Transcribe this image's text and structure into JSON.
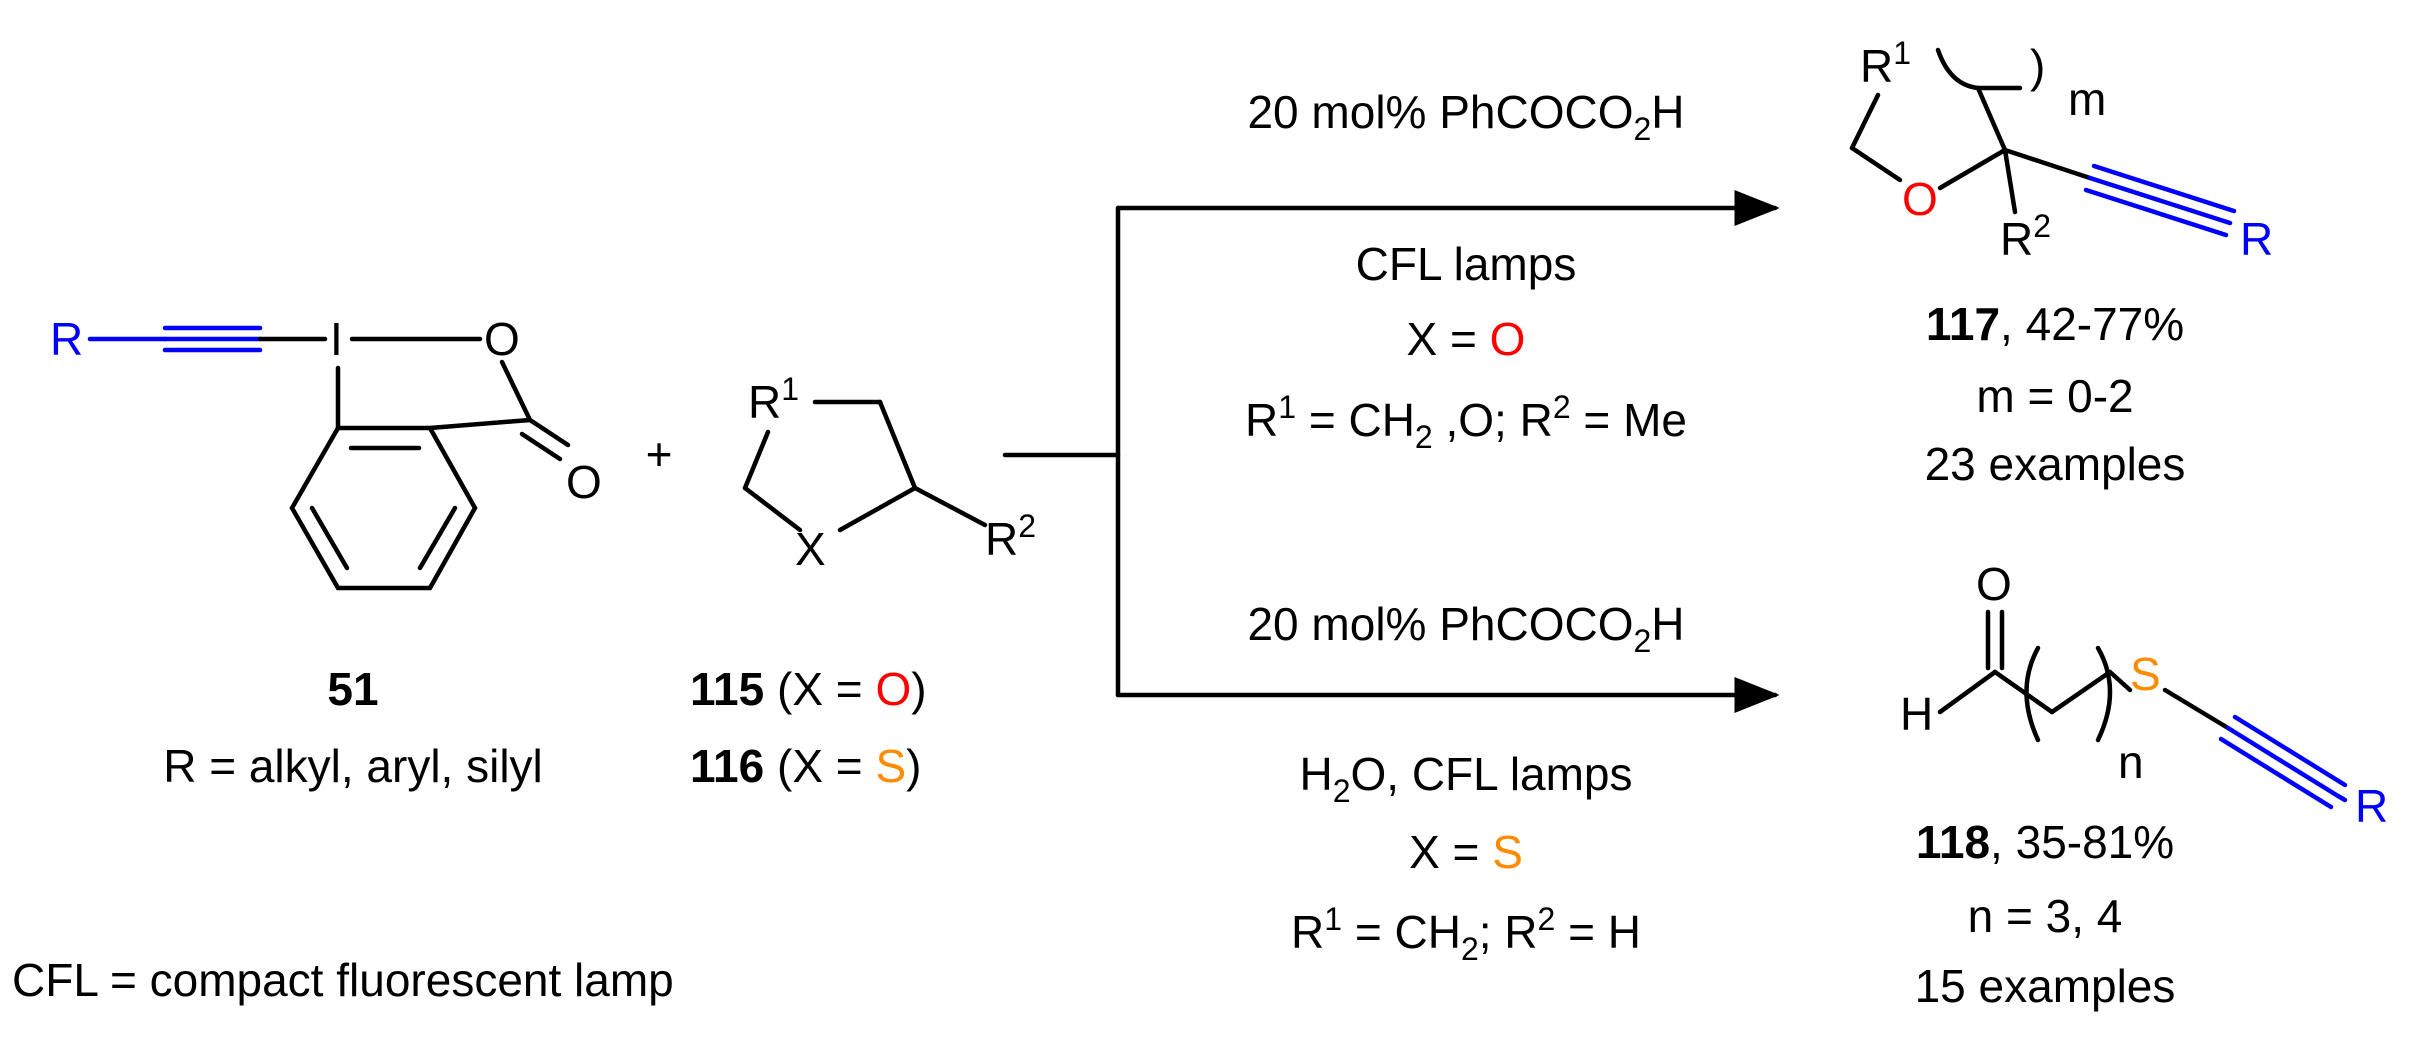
{
  "colors": {
    "oxygen": "#ff0000",
    "sulfur": "#ff8c00",
    "r_group": "#0000ff",
    "ink": "#000000"
  },
  "reagent_51": {
    "r_label": "R",
    "iodine": "I",
    "ring_o": "O",
    "carbonyl_o": "O",
    "number": "51",
    "description": "R = alkyl, aryl, silyl"
  },
  "plus_sign": "+",
  "reagent_115_116": {
    "r1_base": "R",
    "r1_sup": "1",
    "x_atom": "X",
    "r2_base": "R",
    "r2_sup": "2",
    "compound_115": {
      "number": "115",
      "open": "(X = ",
      "atom": "O",
      "close": ")"
    },
    "compound_116": {
      "number": "116",
      "open": "(X = ",
      "atom": "S",
      "close": ")"
    }
  },
  "top_conditions": {
    "catalyst_main": "20 mol% PhCOCO",
    "catalyst_sub": "2",
    "catalyst_end": "H",
    "light": "CFL lamps",
    "x_eq": "X = ",
    "x_atom": "O",
    "r_line": {
      "r1": "R",
      "r1_sup": "1",
      "eq1": " = CH",
      "sub2": "2",
      "rest": " ,O; R",
      "r2_sup": "2",
      "eq2": " = Me"
    }
  },
  "bottom_conditions": {
    "catalyst_main": "20 mol% PhCOCO",
    "catalyst_sub": "2",
    "catalyst_end": "H",
    "water_h": "H",
    "water_sub": "2",
    "water_rest": "O, CFL lamps",
    "x_eq": "X = ",
    "x_atom": "S",
    "r_line": {
      "r1": "R",
      "r1_sup": "1",
      "eq1": " = CH",
      "sub2": "2",
      "rest": "; R",
      "r2_sup": "2",
      "eq2": " = H"
    }
  },
  "product_117": {
    "r1_base": "R",
    "r1_sup": "1",
    "paren_close": ")",
    "m_label": "m",
    "ring_o": "O",
    "r2_base": "R",
    "r2_sup": "2",
    "r_label": "R",
    "number": "117",
    "yield": ", 42-77%",
    "m_range": "m = 0-2",
    "examples": "23 examples"
  },
  "product_118": {
    "carbonyl_o": "O",
    "h_label": "H",
    "n_label": "n",
    "s_atom": "S",
    "r_label": "R",
    "number": "118",
    "yield": ", 35-81%",
    "n_values": "n = 3, 4",
    "examples": "15 examples"
  },
  "footnote": "CFL = compact fluorescent lamp"
}
